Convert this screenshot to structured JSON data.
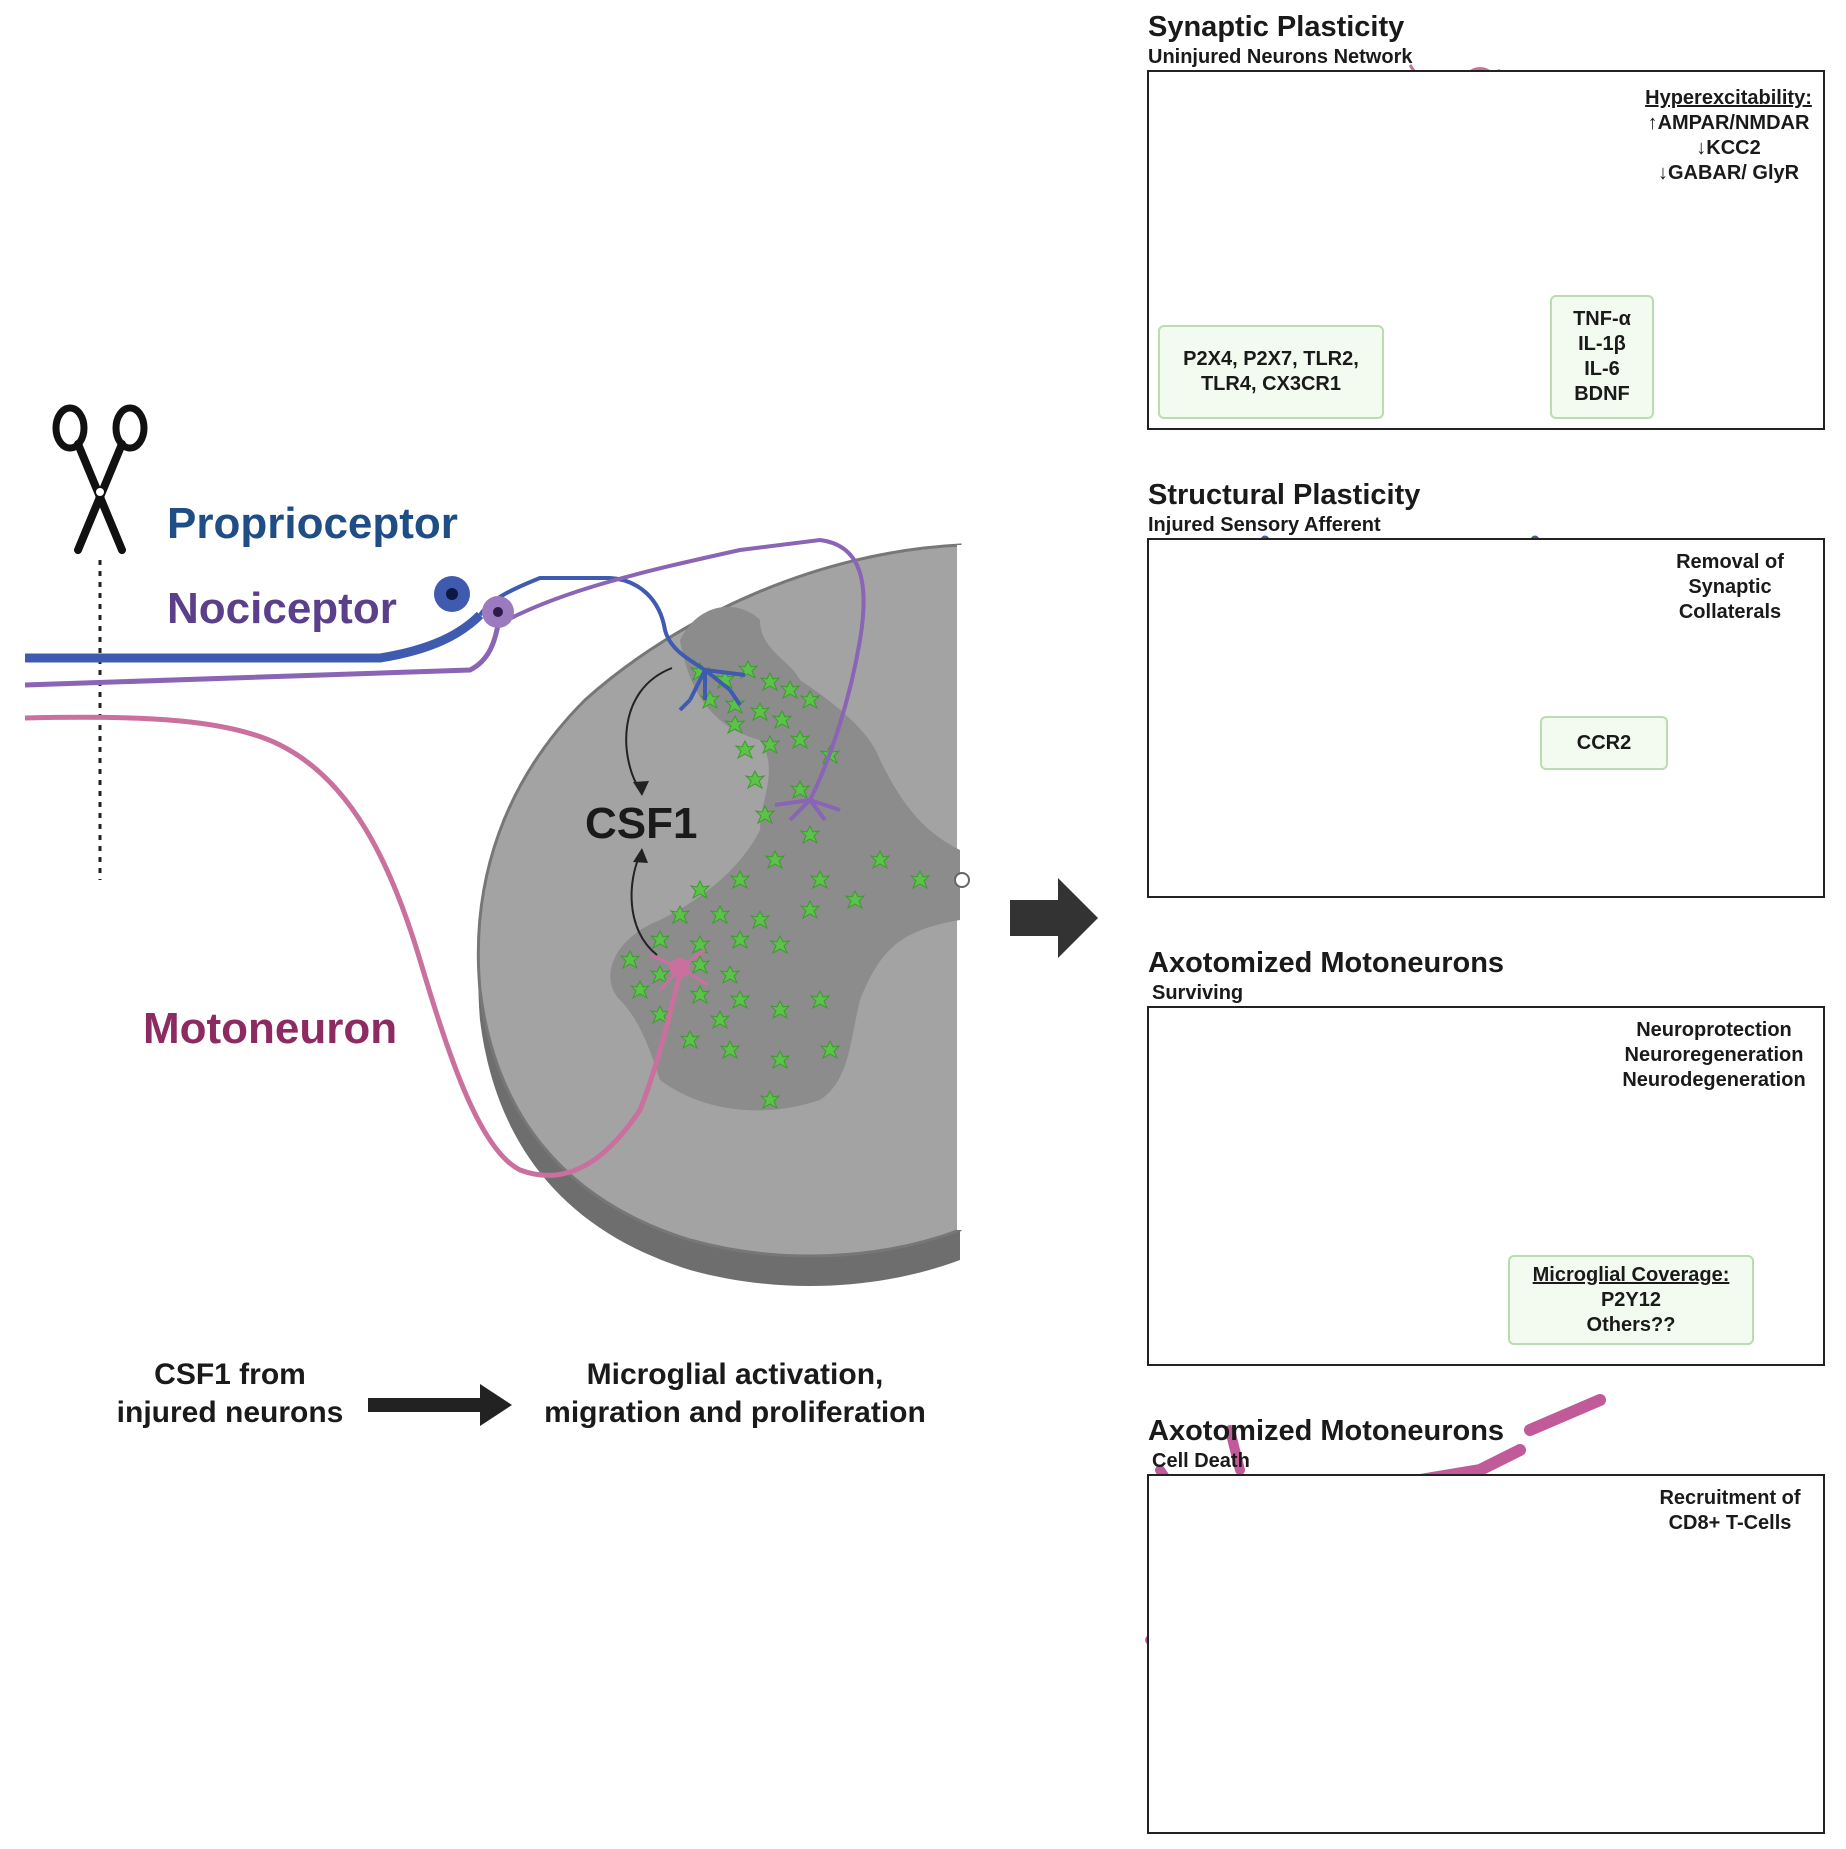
{
  "left": {
    "proprioceptor_label": "Proprioceptor",
    "nociceptor_label": "Nociceptor",
    "motoneuron_label": "Motoneuron",
    "csf1_label": "CSF1",
    "caption_left_1": "CSF1 from",
    "caption_left_2": "injured neurons",
    "caption_right_1": "Microglial activation,",
    "caption_right_2": "migration and proliferation"
  },
  "panels": [
    {
      "title": "Synaptic Plasticity",
      "subtitle": "Uninjured Neurons Network",
      "heading": "Hyperexcitability:",
      "lines": [
        "↑AMPAR/NMDAR",
        "↓KCC2",
        "↓GABAR/ GlyR"
      ],
      "receptor_box_1": "P2X4, P2X7, TLR2,",
      "receptor_box_2": "TLR4, CX3CR1",
      "factors": [
        "TNF-α",
        "IL-1β",
        "IL-6",
        "BDNF"
      ]
    },
    {
      "title": "Structural Plasticity",
      "subtitle": "Injured Sensory Afferent",
      "text": [
        "Removal of",
        "Synaptic",
        "Collaterals"
      ],
      "receptor_box": "CCR2"
    },
    {
      "title": "Axotomized Motoneurons",
      "subtitle": "Surviving",
      "text": [
        "Neuroprotection",
        "Neuroregeneration",
        "Neurodegeneration"
      ],
      "coverage_heading": "Microglial Coverage:",
      "coverage_lines": [
        "P2Y12",
        "Others??"
      ]
    },
    {
      "title": "Axotomized Motoneurons",
      "subtitle": "Cell Death",
      "text": [
        "Recruitment of",
        "CD8+ T-Cells"
      ]
    }
  ],
  "colors": {
    "proprioceptor": "#3f5bb0",
    "nociceptor": "#7e58a8",
    "motoneuron": "#c9709e",
    "microglia": "#5cc24a",
    "tcell": "#2a98c8",
    "gray_matter": "#8c8c8c",
    "white_matter": "#a6a6a6"
  },
  "icons": [
    "scissors-icon",
    "arrow-right-icon"
  ]
}
